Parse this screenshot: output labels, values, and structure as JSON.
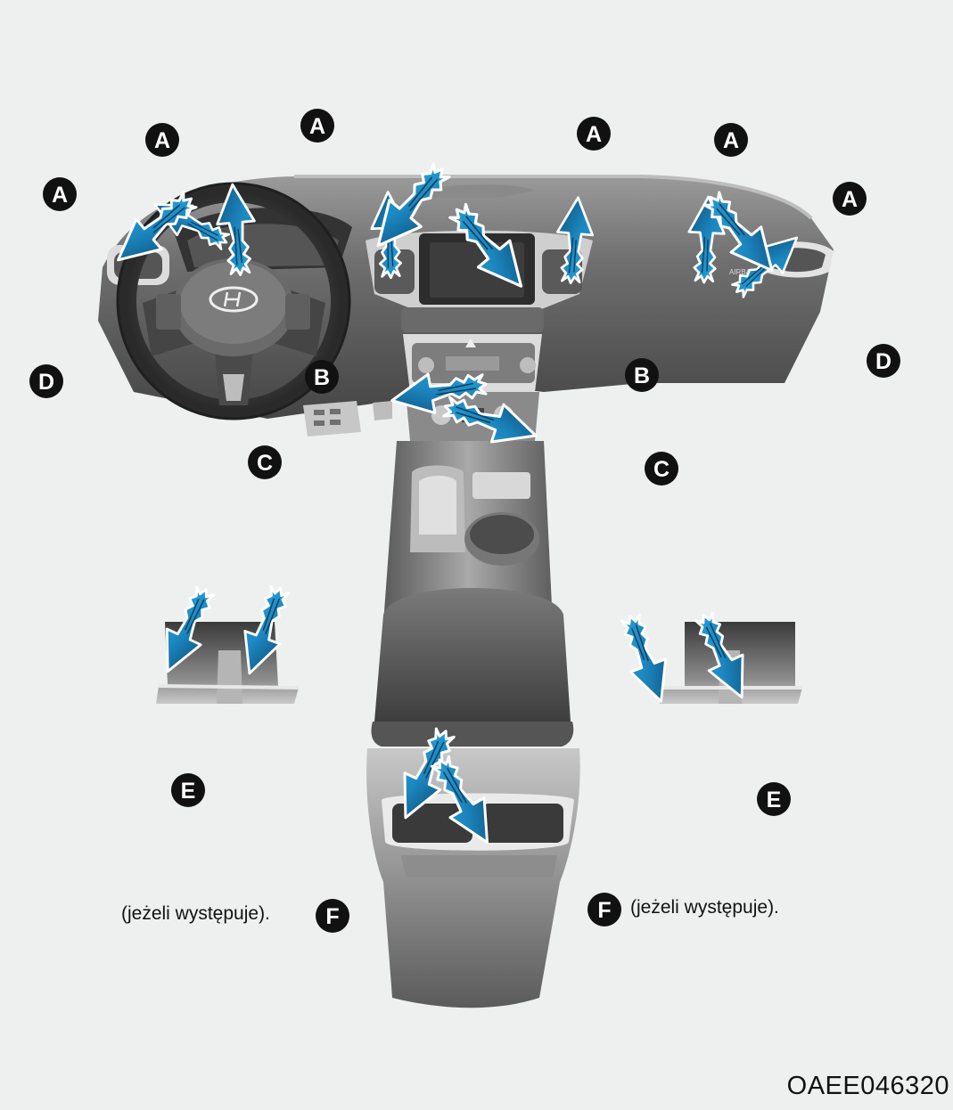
{
  "diagram": {
    "figure_code": "OAEE046320",
    "conditional_note_left": "(jeżeli występuje).",
    "conditional_note_right": "(jeżeli występuje).",
    "airbag_label": "AIRBAG",
    "outlet_labels": {
      "a": "A",
      "b": "B",
      "c": "C",
      "d": "D",
      "e": "E",
      "f": "F"
    },
    "colors": {
      "airflow_arrow": "#1c86bf",
      "airflow_arrow_dark": "#0d4f7a",
      "badge": "#111111",
      "background": "#eef0ef"
    }
  }
}
